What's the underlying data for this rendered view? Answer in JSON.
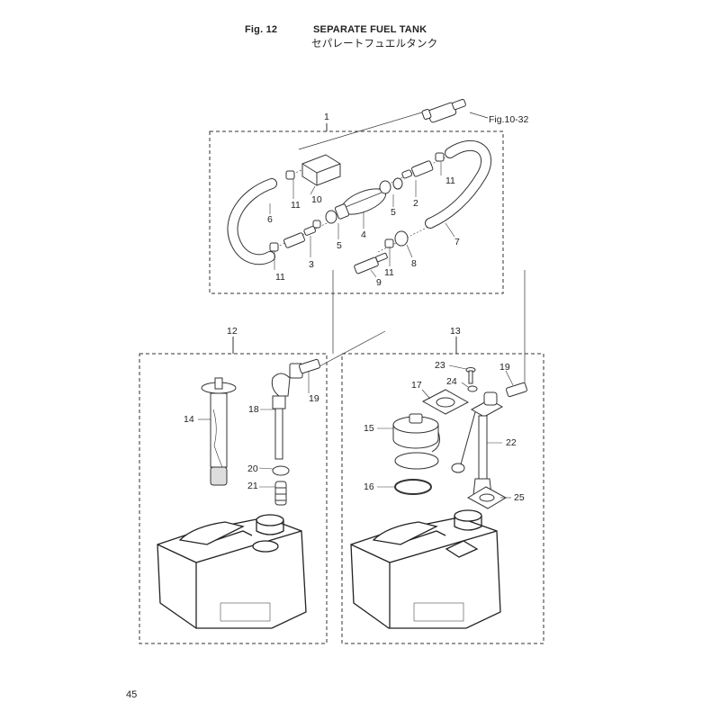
{
  "header": {
    "fig_no": "Fig. 12",
    "title": "SEPARATE FUEL TANK",
    "title_jp": "セパレートフュエルタンク"
  },
  "page_number": "45",
  "reference": "Fig.10-32",
  "callouts": {
    "c1": "1",
    "c2": "2",
    "c3": "3",
    "c4": "4",
    "c5a": "5",
    "c5b": "5",
    "c6": "6",
    "c7": "7",
    "c8": "8",
    "c9": "9",
    "c10": "10",
    "c11a": "11",
    "c11b": "11",
    "c11c": "11",
    "c11d": "11",
    "c12": "12",
    "c13": "13",
    "c14": "14",
    "c15": "15",
    "c16": "16",
    "c17": "17",
    "c18": "18",
    "c19a": "19",
    "c19b": "19",
    "c20": "20",
    "c21": "21",
    "c22": "22",
    "c23": "23",
    "c24": "24",
    "c25": "25"
  }
}
